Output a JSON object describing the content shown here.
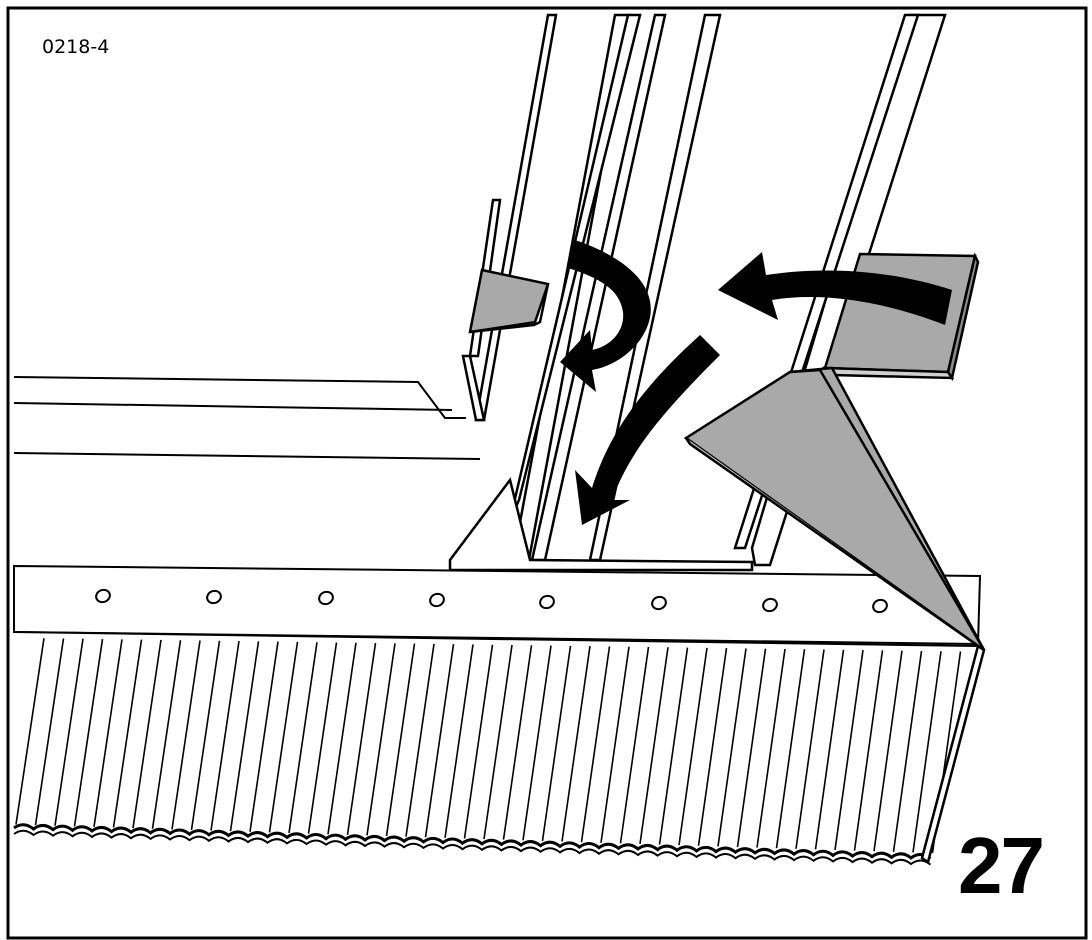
{
  "figure": {
    "code": "0218-4",
    "step_number": "27"
  },
  "colors": {
    "line": "#000000",
    "panel_fill": "#a9a9a9",
    "background": "#ffffff"
  },
  "illustration": {
    "components": [
      "corrugated-roof-panel",
      "perforated-edge-strip",
      "vertical-channel-rail",
      "left-flashing-tab",
      "right-flashing-plate",
      "triangular-corner-flashing"
    ],
    "arrows": [
      "curved-fold-arrow",
      "right-inward-arrow",
      "down-curved-arrow"
    ],
    "hole_count": 8
  }
}
